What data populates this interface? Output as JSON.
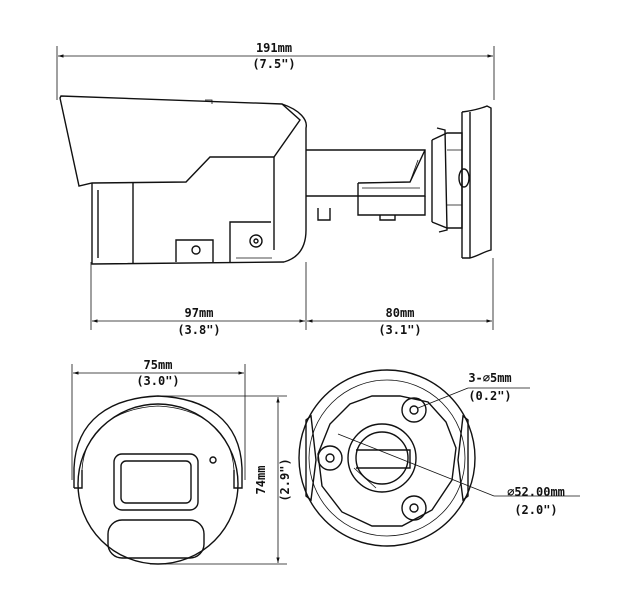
{
  "top_view": {
    "overall_width": {
      "mm": "191mm",
      "inch": "(7.5\")"
    },
    "body_length": {
      "mm": "97mm",
      "inch": "(3.8\")"
    },
    "bracket_length": {
      "mm": "80mm",
      "inch": "(3.1\")"
    }
  },
  "front_view": {
    "width": {
      "mm": "75mm",
      "inch": "(3.0\")"
    },
    "height": {
      "mm": "74mm",
      "inch": "(2.9\")"
    }
  },
  "base_view": {
    "holes": {
      "mm": "3-∅5mm",
      "inch": "(0.2\")"
    },
    "circle": {
      "mm": "∅52.00mm",
      "inch": "(2.0\")"
    }
  }
}
